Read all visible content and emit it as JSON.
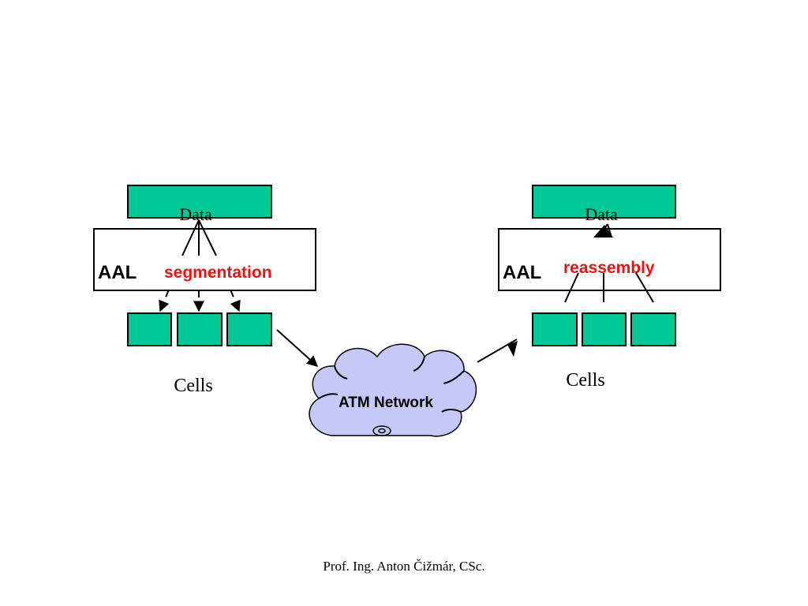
{
  "sender": {
    "data_label": "Data",
    "layer_label": "AAL",
    "process_label": "segmentation",
    "cells_label": "Cells"
  },
  "receiver": {
    "data_label": "Data",
    "layer_label": "AAL",
    "process_label": "reassembly",
    "cells_label": "Cells"
  },
  "network": {
    "label": "ATM Network"
  },
  "footer": {
    "author": "Prof. Ing. Anton Čižmár, CSc."
  },
  "colors": {
    "cell_fill": "#00c896",
    "process_text": "#ee1111",
    "cloud_fill": "#c8c8f8"
  }
}
